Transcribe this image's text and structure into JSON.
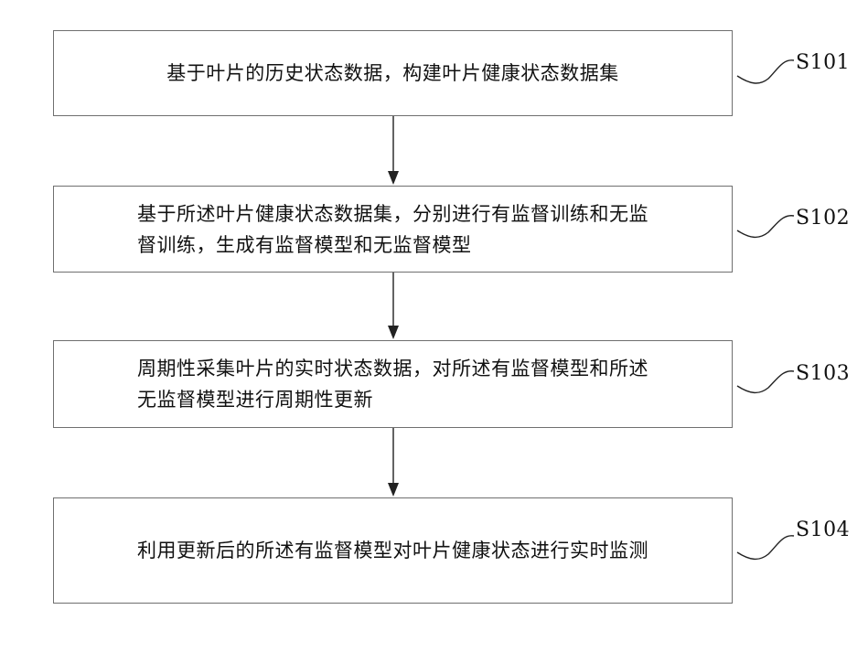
{
  "steps": [
    {
      "id": "S101",
      "text": "基于叶片的历史状态数据，构建叶片健康状态数据集"
    },
    {
      "id": "S102",
      "text": "基于所述叶片健康状态数据集，分别进行有监督训练和无监\n督训练，生成有监督模型和无监督模型"
    },
    {
      "id": "S103",
      "text": "周期性采集叶片的实时状态数据，对所述有监督模型和所述\n无监督模型进行周期性更新"
    },
    {
      "id": "S104",
      "text": "利用更新后的所述有监督模型对叶片健康状态进行实时监测"
    }
  ],
  "colors": {
    "box_border": "#6f6f6f",
    "line": "#222222",
    "text": "#111111"
  }
}
